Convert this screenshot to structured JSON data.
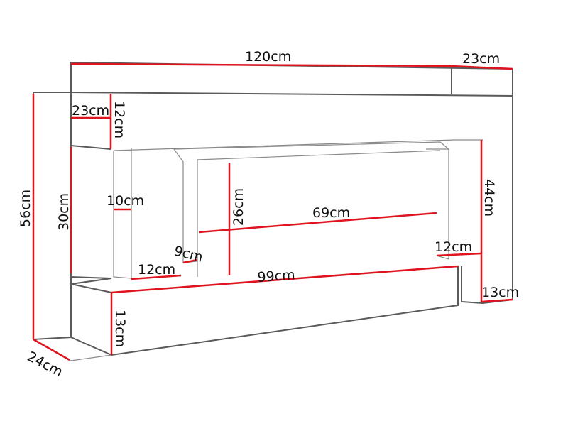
{
  "colors": {
    "dimension_line": "#e0141e",
    "outline": "#5a5a5a"
  },
  "dimensions": {
    "total_width": "120cm",
    "top_right_depth": "23cm",
    "left_shelf_depth": "23cm",
    "top_thickness": "12cm",
    "total_height": "56cm",
    "left_opening_height": "30cm",
    "inner_side_width": "10cm",
    "firebox_height": "26cm",
    "firebox_width": "69cm",
    "right_height": "44cm",
    "firebox_base": "9cm",
    "inner_left_depth": "12cm",
    "inner_right_depth": "12cm",
    "base_width": "99cm",
    "base_height": "13cm",
    "right_base_height": "13cm",
    "depth": "24cm"
  }
}
